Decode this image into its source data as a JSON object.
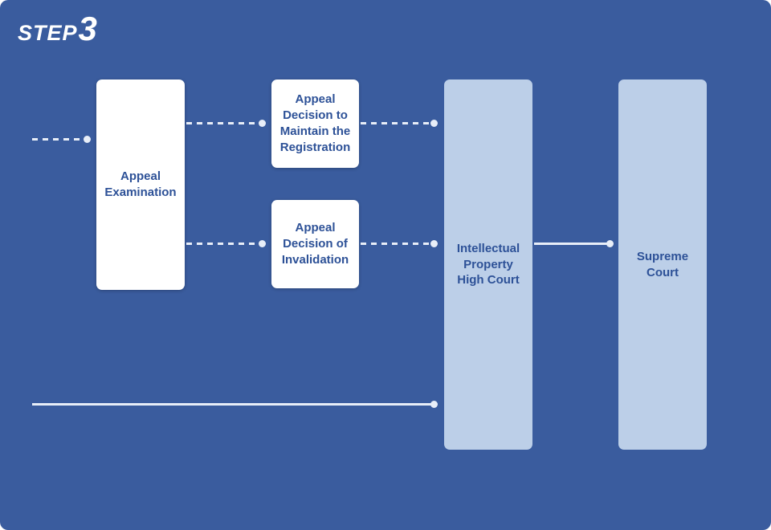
{
  "header": {
    "step_label": "STEP",
    "step_number": "3"
  },
  "nodes": {
    "appeal_examination": {
      "label": "Appeal Examination"
    },
    "decision_maintain": {
      "label": "Appeal Decision to Maintain the Registration"
    },
    "decision_invalidation": {
      "label": "Appeal Decision of Invalidation"
    },
    "ip_high_court": {
      "label": "Intellectual Property High Court"
    },
    "supreme_court": {
      "label": "Supreme Court"
    }
  },
  "colors": {
    "background": "#3A5C9E",
    "node_white": "#FFFFFF",
    "node_light_blue": "#BCCFE8",
    "text_blue": "#2D5197",
    "line_color": "#E8EEF8"
  }
}
